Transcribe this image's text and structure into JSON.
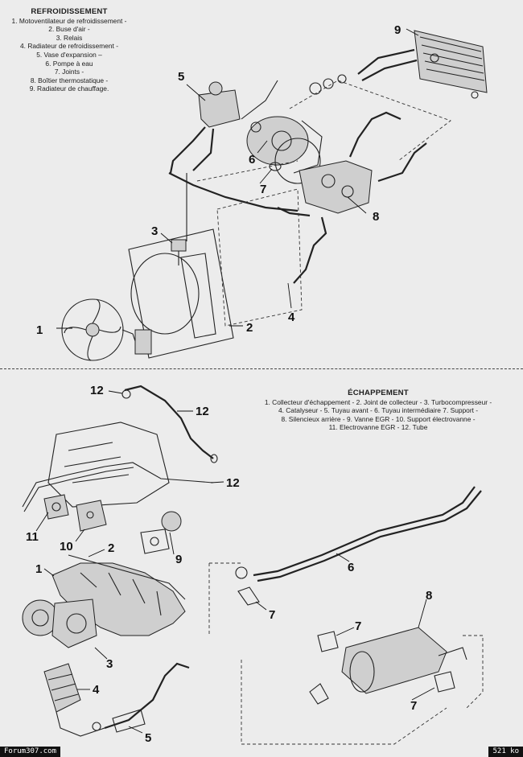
{
  "cooling": {
    "title": "REFROIDISSEMENT",
    "items": [
      "1. Motoventilateur de refroidissement -",
      "2. Buse d'air -",
      "3. Relais",
      "4. Radiateur de refroidissement -",
      "5. Vase d'expansion –",
      "6. Pompe à eau",
      "7. Joints -",
      "8. Boîtier thermostatique -",
      "9. Radiateur de chauffage."
    ],
    "callouts": [
      "1",
      "2",
      "3",
      "4",
      "5",
      "6",
      "7",
      "8",
      "9"
    ]
  },
  "exhaust": {
    "title": "ÉCHAPPEMENT",
    "lines": [
      "1. Collecteur d'échappement - 2. Joint de collecteur - 3. Turbocompresseur -",
      "4. Catalyseur - 5. Tuyau avant - 6. Tuyau intermédiaire 7. Support -",
      "8. Silencieux arrière - 9. Vanne EGR - 10. Support électrovanne -",
      "11. Electrovanne EGR - 12. Tube"
    ],
    "callouts": [
      "12",
      "12",
      "12",
      "11",
      "10",
      "9",
      "1",
      "2",
      "3",
      "4",
      "5",
      "6",
      "7",
      "7",
      "7",
      "8"
    ]
  },
  "footer": {
    "left": "Forum307.com",
    "right": "521 ko"
  }
}
